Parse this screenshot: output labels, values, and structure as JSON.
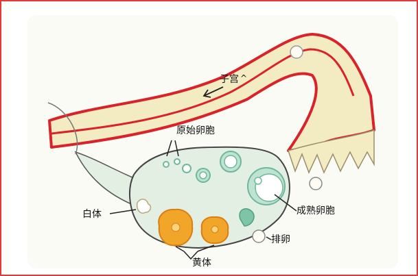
{
  "labels": {
    "uterus": "子宫",
    "primordial_follicle": "原始卵胞",
    "corpus_albicans": "白体",
    "mature_follicle": "成熟卵胞",
    "ovulation": "排卵",
    "corpus_luteum": "黄体"
  },
  "colors": {
    "frame": "#e23a3a",
    "tube_outline": "#d9232b",
    "tube_fill": "#f3ebc2",
    "ovary_fill": "#e4efe3",
    "follicle_green": "#7ec4a6",
    "corpus_luteum": "#f2a629"
  }
}
